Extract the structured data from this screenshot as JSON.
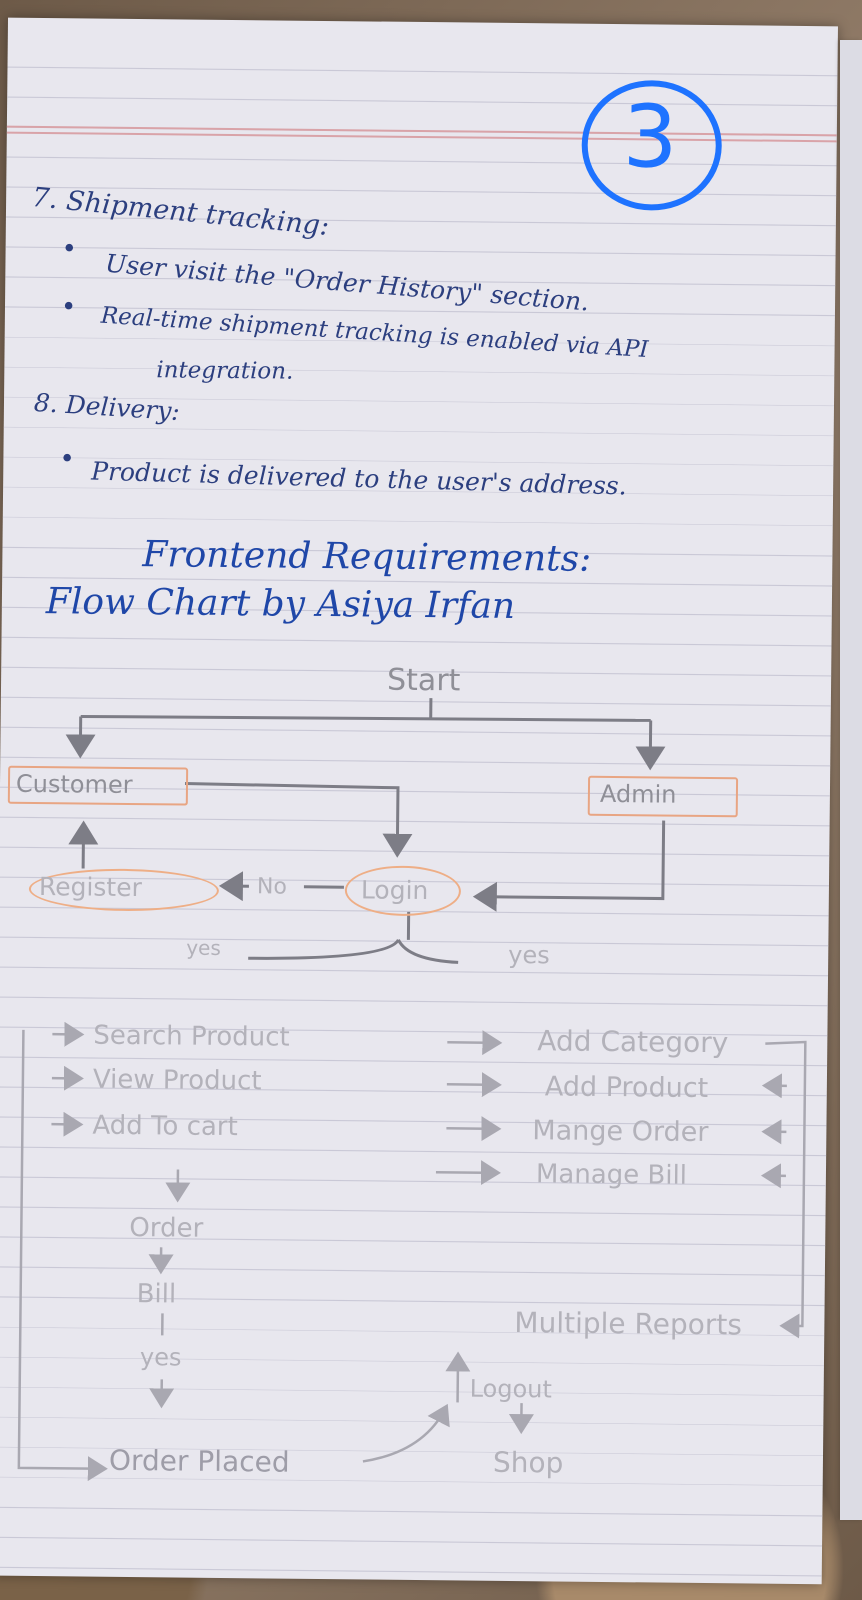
{
  "page_number": "3",
  "section7": {
    "heading": "7. Shipment tracking:",
    "bullets": [
      "User visit the \"Order History\" section.",
      "Real-time shipment tracking is enabled via API",
      "integration."
    ]
  },
  "section8": {
    "heading": "8. Delivery:",
    "bullets": [
      "Product is delivered to the user's address."
    ]
  },
  "title": "Frontend Requirements:",
  "subtitle": "Flow Chart by Asiya Irfan",
  "flow": {
    "start": "Start",
    "customer": "Customer",
    "admin": "Admin",
    "register": "Register",
    "no": "No",
    "login": "Login",
    "yes_left": "yes",
    "yes_right": "yes",
    "customer_steps": [
      "Search Product",
      "View Product",
      "Add To cart"
    ],
    "order": "Order",
    "bill": "Bill",
    "yes_bill": "yes",
    "order_placed": "Order Placed",
    "admin_steps": [
      "Add Category",
      "Add Product",
      "Mange Order",
      "Manage Bill"
    ],
    "reports": "Multiple Reports",
    "logout": "Logout",
    "shop": "Shop"
  },
  "colors": {
    "ink": "#2c3f7f",
    "title_ink": "#1f47a8",
    "pencil": "#8f8f97",
    "highlight_orange": "#e8a583",
    "page_circle": "#1e73ff"
  }
}
